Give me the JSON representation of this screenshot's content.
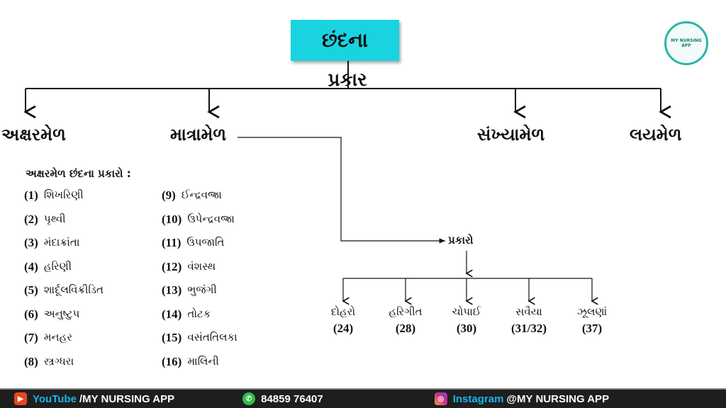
{
  "title": "છંદના",
  "subtitle": "પ્રકાર",
  "categories": [
    "અક્ષરમેળ",
    "માત્રામેળ",
    "સંખ્યામેળ",
    "લયમેળ"
  ],
  "aksharmel": {
    "heading": "અક્ષરમેળ છંદના પ્રકારો :",
    "items": [
      {
        "n": "(1)",
        "t": "શિખરિણી"
      },
      {
        "n": "(2)",
        "t": "પૃથ્વી"
      },
      {
        "n": "(3)",
        "t": "મંદાક્રાંતા"
      },
      {
        "n": "(4)",
        "t": "હરિણી"
      },
      {
        "n": "(5)",
        "t": "શાર્દૂલવિક્રીડિત"
      },
      {
        "n": "(6)",
        "t": "અનુષ્ટુપ"
      },
      {
        "n": "(7)",
        "t": "મનહર"
      },
      {
        "n": "(8)",
        "t": "સ્ત્રગ્ધરા"
      },
      {
        "n": "(9)",
        "t": "ઈન્દ્રવજ્રા"
      },
      {
        "n": "(10)",
        "t": "ઉપેન્દ્રવજ્રા"
      },
      {
        "n": "(11)",
        "t": "ઉપજાતિ"
      },
      {
        "n": "(12)",
        "t": "વંશસ્થ"
      },
      {
        "n": "(13)",
        "t": "ભુજંગી"
      },
      {
        "n": "(14)",
        "t": "તોટક"
      },
      {
        "n": "(15)",
        "t": "વસંતતિલકા"
      },
      {
        "n": "(16)",
        "t": "માલિની"
      }
    ]
  },
  "matramel": {
    "heading": "પ્રકારો",
    "items": [
      {
        "t": "દોહરો",
        "v": "(24)"
      },
      {
        "t": "હરિગીત",
        "v": "(28)"
      },
      {
        "t": "ચોપાઈ",
        "v": "(30)"
      },
      {
        "t": "સવૈયા",
        "v": "(31/32)"
      },
      {
        "t": "ઝૂલણાં",
        "v": "(37)"
      }
    ]
  },
  "logo_text": "MY NURSING APP",
  "footer": {
    "youtube_label": "YouTube",
    "youtube_handle": "/MY NURSING APP",
    "phone": "84859 76407",
    "instagram_label": "Instagram",
    "instagram_handle": "@MY NURSING APP"
  },
  "colors": {
    "title_bg": "#1ad3e0",
    "footer_bg": "#1e1e1e",
    "accent": "#19b4e8"
  }
}
